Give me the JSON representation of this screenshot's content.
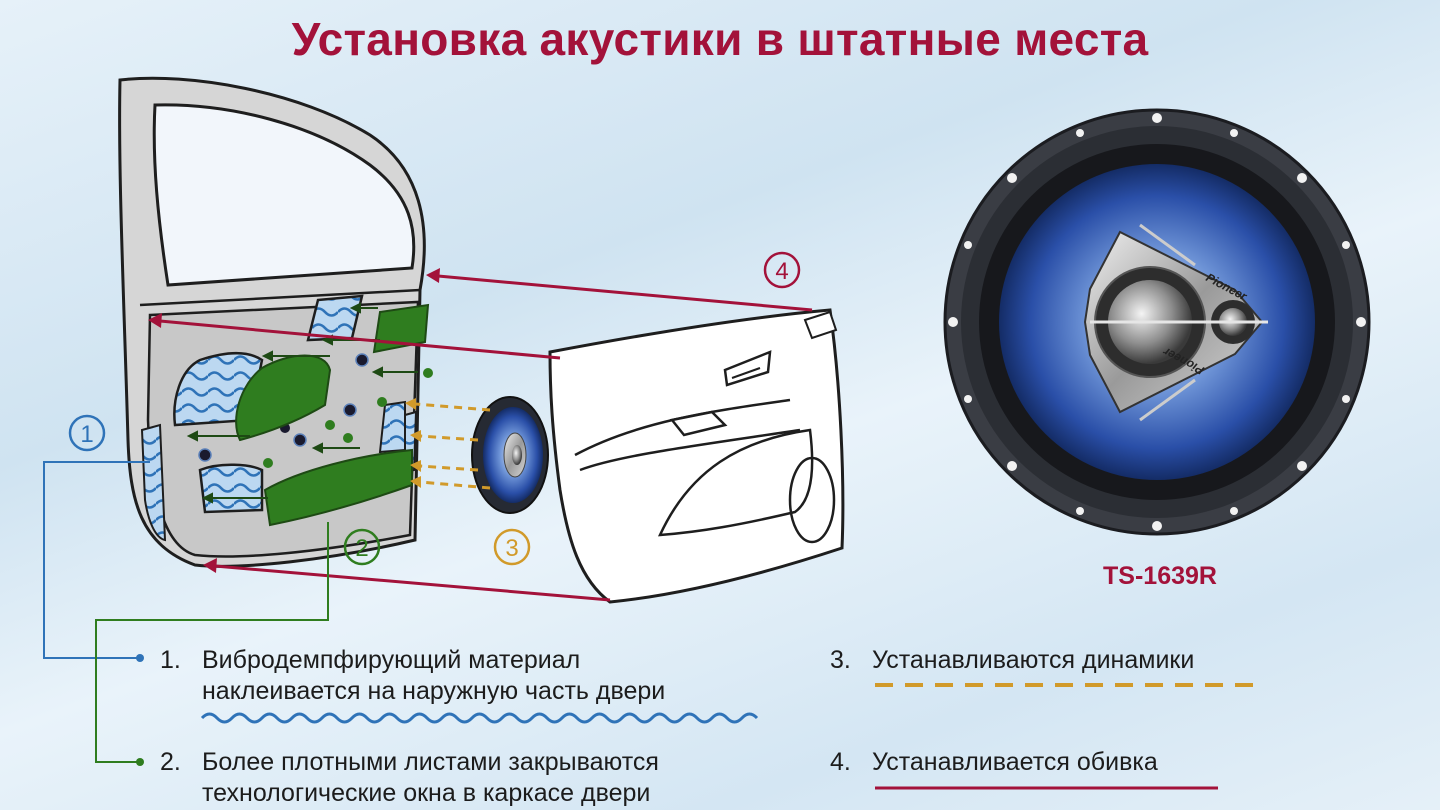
{
  "title": "Установка акустики в штатные места",
  "model": "TS-1639R",
  "brand": "Pioneer",
  "step_markers": [
    "1",
    "2",
    "3",
    "4"
  ],
  "legend": [
    {
      "num": "1.",
      "line1": "Вибродемпфирующий материал",
      "line2": "наклеивается на наружную часть двери"
    },
    {
      "num": "2.",
      "line1": "Более плотными листами закрываются",
      "line2": "технологические окна в каркасе двери"
    },
    {
      "num": "3.",
      "line1": "Устанавливаются динамики"
    },
    {
      "num": "4.",
      "line1": "Устанавливается обивка"
    }
  ],
  "colors": {
    "title": "#a3123a",
    "damping_blue": "#2f73b8",
    "sheet_green": "#2f7d1f",
    "speaker_gold": "#d19a2a",
    "trim_crimson": "#a3123a"
  }
}
